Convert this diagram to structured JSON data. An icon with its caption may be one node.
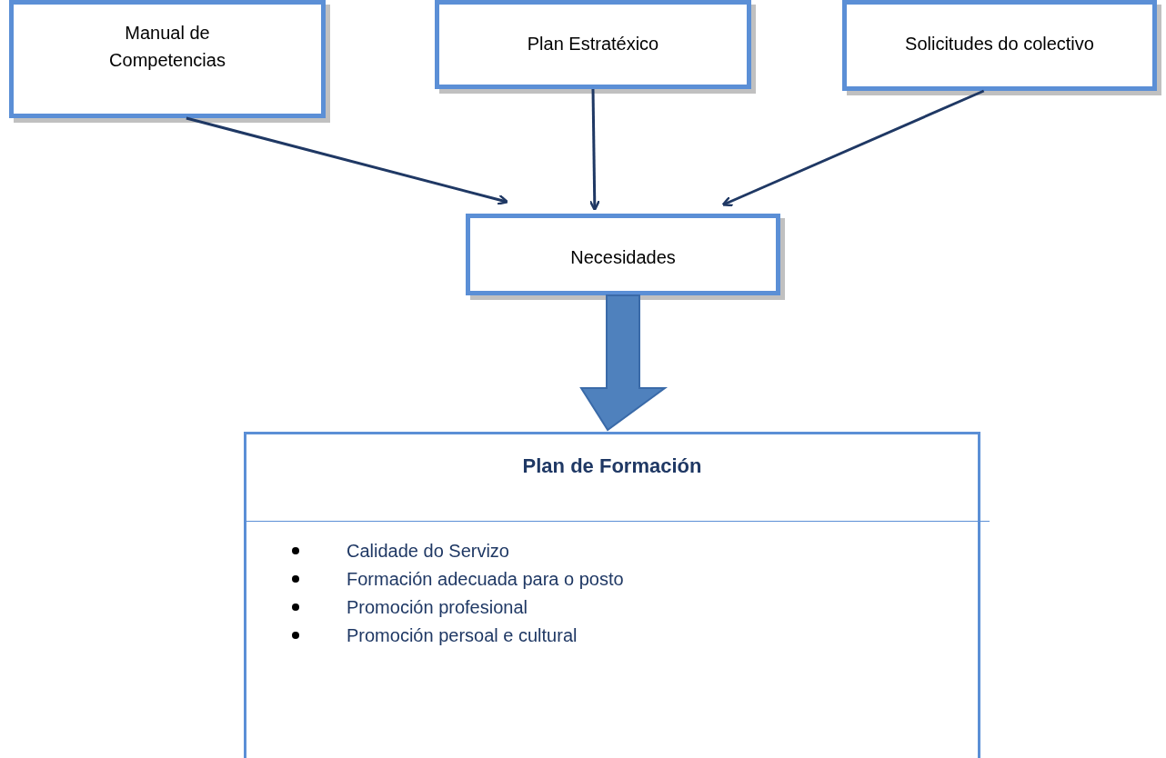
{
  "diagram": {
    "nodes": [
      {
        "text": [
          "Manual de Competencias"
        ]
      },
      {
        "text": [
          "Plan Estratéxico"
        ]
      },
      {
        "text": [
          "Solicitudes do colectivo"
        ]
      },
      {
        "text": [
          "Necesidades"
        ]
      },
      {
        "text": [
          "Plan de Formación",
          "Calidade do Servizo",
          "Formación adecuada para o posto",
          "Promoción profesional",
          "Promoción persoal e cultural"
        ]
      }
    ],
    "edges": [
      {
        "from": 0,
        "to": 3,
        "arrow": "to"
      },
      {
        "from": 1,
        "to": 3,
        "arrow": "to"
      },
      {
        "from": 2,
        "to": 3,
        "arrow": "to"
      },
      {
        "from": 3,
        "to": 4,
        "arrow": "to",
        "style": "thick",
        "color": "#4f81bd"
      }
    ]
  }
}
